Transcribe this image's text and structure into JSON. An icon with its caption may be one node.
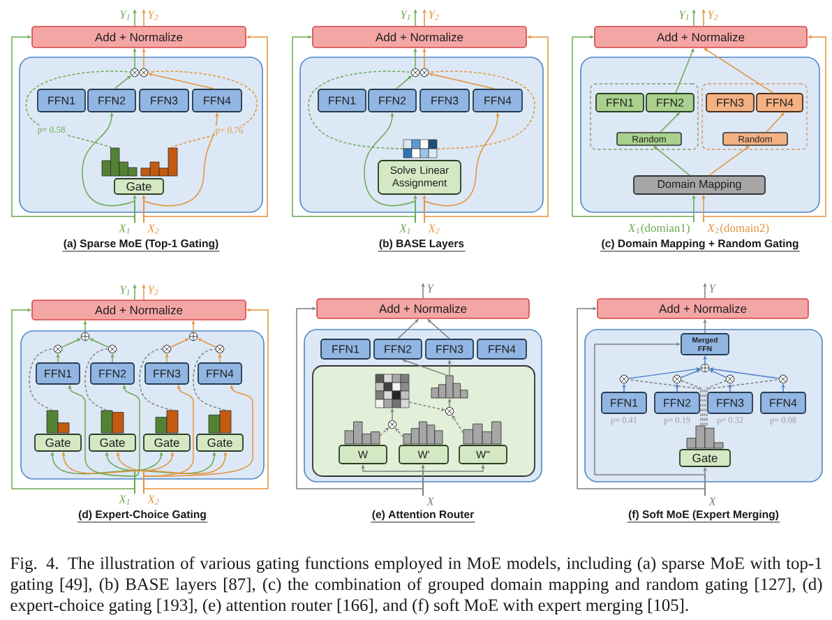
{
  "diagram": {
    "caption": "Fig. 4. The illustration of various gating functions employed in MoE models, including (a) sparse MoE with top-1 gating [49], (b) BASE layers [87], (c) the combination of grouped domain mapping and random gating [127], (d) expert-choice gating [193], (e) attention router [166], and (f) soft MoE with expert merging [105].",
    "nodes": [
      {
        "text": [
          "Add + Normalize"
        ]
      },
      {
        "text": [
          "Y$_{1}$"
        ]
      },
      {
        "text": [
          "Y$_{2}$"
        ]
      },
      {
        "text": [],
        "shape": "box"
      },
      {
        "text": [],
        "shape": "circle",
        "in": 3
      },
      {
        "text": [],
        "shape": "circle",
        "in": 3
      },
      {
        "text": [
          "FFN1"
        ],
        "in": 3
      },
      {
        "text": [
          "FFN2"
        ],
        "in": 3
      },
      {
        "text": [
          "FFN3"
        ],
        "in": 3
      },
      {
        "text": [
          "FFN4"
        ],
        "in": 3
      },
      {
        "text": [],
        "shape": "picture",
        "in": 3
      },
      {
        "text": [],
        "shape": "picture",
        "in": 3
      },
      {
        "text": [
          "Gate"
        ],
        "in": 3
      },
      {
        "text": [
          "X$_{1}$"
        ]
      },
      {
        "text": [
          "X$_{2}$"
        ]
      },
      {
        "text": [
          "Add + Normalize"
        ]
      },
      {
        "text": [
          "Y$_{1}$"
        ]
      },
      {
        "text": [
          "Y$_{2}$"
        ]
      },
      {
        "text": [],
        "shape": "box"
      },
      {
        "text": [],
        "shape": "circle",
        "in": 18
      },
      {
        "text": [],
        "shape": "circle",
        "in": 18
      },
      {
        "text": [
          "FFN1"
        ],
        "in": 18
      },
      {
        "text": [
          "FFN2"
        ],
        "in": 18
      },
      {
        "text": [
          "FFN3"
        ],
        "in": 18
      },
      {
        "text": [
          "FFN4"
        ],
        "in": 18
      },
      {
        "text": [],
        "shape": "picture",
        "in": 18
      },
      {
        "text": [
          "Solve Linear Assignment"
        ],
        "in": 18
      },
      {
        "text": [
          "X$_{1}$"
        ]
      },
      {
        "text": [
          "X$_{2}$"
        ]
      },
      {
        "text": [
          "Add + Normalize"
        ]
      },
      {
        "text": [
          "Y$_{1}$"
        ]
      },
      {
        "text": [
          "Y$_{2}$"
        ]
      },
      {
        "text": [],
        "shape": "box"
      },
      {
        "text": [],
        "shape": "box",
        "in": 32
      },
      {
        "text": [
          "FFN1"
        ],
        "in": 33
      },
      {
        "text": [
          "FFN2"
        ],
        "in": 33
      },
      {
        "text": [
          "Random"
        ],
        "in": 33
      },
      {
        "text": [],
        "shape": "box",
        "in": 32
      },
      {
        "text": [
          "FFN3"
        ],
        "in": 37
      },
      {
        "text": [
          "FFN4"
        ],
        "in": 37
      },
      {
        "text": [
          "Random"
        ],
        "in": 37
      },
      {
        "text": [
          "Domain Mapping"
        ],
        "in": 32
      },
      {
        "text": [
          "*X*$_{1}$(domian1)"
        ]
      },
      {
        "text": [
          "*X*$_{2}$(domain2)"
        ]
      },
      {
        "text": [
          "Add + Normalize"
        ]
      },
      {
        "text": [
          "Y$_{1}$"
        ]
      },
      {
        "text": [
          "Y$_{2}$"
        ]
      },
      {
        "text": [],
        "shape": "box"
      },
      {
        "text": [],
        "shape": "circle",
        "in": 47
      },
      {
        "text": [],
        "shape": "circle",
        "in": 47
      },
      {
        "text": [],
        "shape": "circle",
        "in": 47
      },
      {
        "text": [],
        "shape": "circle",
        "in": 47
      },
      {
        "text": [],
        "shape": "circle",
        "in": 47
      },
      {
        "text": [],
        "shape": "circle",
        "in": 47
      },
      {
        "text": [
          "FFN1"
        ],
        "in": 47
      },
      {
        "text": [
          "FFN2"
        ],
        "in": 47
      },
      {
        "text": [
          "FFN3"
        ],
        "in": 47
      },
      {
        "text": [
          "FFN4"
        ],
        "in": 47
      },
      {
        "text": [],
        "shape": "bar",
        "in": 47
      },
      {
        "text": [],
        "shape": "bar",
        "in": 47
      },
      {
        "text": [],
        "shape": "bar",
        "in": 47
      },
      {
        "text": [],
        "shape": "bar",
        "in": 47
      },
      {
        "text": [
          "Gate"
        ],
        "in": 47
      },
      {
        "text": [
          "Gate"
        ],
        "in": 47
      },
      {
        "text": [
          "Gate"
        ],
        "in": 47
      },
      {
        "text": [
          "Gate"
        ],
        "in": 47
      },
      {
        "text": [
          "X$_{1}$"
        ]
      },
      {
        "text": [
          "X$_{2}$"
        ]
      },
      {
        "text": [
          "Add + Normalize"
        ]
      },
      {
        "text": [
          "Y"
        ]
      },
      {
        "text": [],
        "shape": "box"
      },
      {
        "text": [
          "FFN1"
        ],
        "in": 70
      },
      {
        "text": [
          "FFN2"
        ],
        "in": 70
      },
      {
        "text": [
          "FFN3"
        ],
        "in": 70
      },
      {
        "text": [
          "FFN4"
        ],
        "in": 70
      },
      {
        "text": [],
        "shape": "box",
        "in": 70
      },
      {
        "text": [],
        "shape": "picture",
        "in": 75
      },
      {
        "text": [],
        "shape": "picture",
        "in": 75
      },
      {
        "text": [],
        "shape": "circle",
        "in": 75
      },
      {
        "text": [],
        "shape": "circle",
        "in": 75
      },
      {
        "text": [],
        "shape": "picture",
        "in": 75
      },
      {
        "text": [],
        "shape": "picture",
        "in": 75
      },
      {
        "text": [],
        "shape": "picture",
        "in": 75
      },
      {
        "text": [
          "W"
        ],
        "in": 75
      },
      {
        "text": [
          "W'"
        ],
        "in": 75
      },
      {
        "text": [
          "W''"
        ],
        "in": 75
      },
      {
        "text": [
          "X"
        ]
      },
      {
        "text": [
          "Add + Normalize"
        ]
      },
      {
        "text": [
          "Y"
        ]
      },
      {
        "text": [],
        "shape": "box"
      },
      {
        "text": [
          "Merged FFN"
        ],
        "in": 89
      },
      {
        "text": [],
        "shape": "circle",
        "in": 89
      },
      {
        "text": [],
        "shape": "circle",
        "in": 89
      },
      {
        "text": [],
        "shape": "circle",
        "in": 89
      },
      {
        "text": [],
        "shape": "circle",
        "in": 89
      },
      {
        "text": [],
        "shape": "circle",
        "in": 89
      },
      {
        "text": [
          "FFN1"
        ],
        "in": 89,
        "beside": [
          "p= 0.41"
        ]
      },
      {
        "text": [
          "FFN2"
        ],
        "in": 89,
        "beside": [
          "p= 0.19"
        ]
      },
      {
        "text": [
          "FFN3"
        ],
        "in": 89,
        "beside": [
          "p= 0.32"
        ]
      },
      {
        "text": [
          "FFN4"
        ],
        "in": 89,
        "beside": [
          "p= 0.08"
        ]
      },
      {
        "text": [],
        "shape": "picture",
        "in": 89
      },
      {
        "text": [
          "Gate"
        ],
        "in": 89
      },
      {
        "text": [
          "X"
        ]
      }
    ],
    "edges": [
      {
        "from": 13,
        "to": 12,
        "arrow": "to",
        "color": "#6aa84f"
      },
      {
        "from": 13,
        "to": 7,
        "arrow": "to",
        "color": "#6aa84f"
      },
      {
        "from": 13,
        "to": 0,
        "arrow": "to",
        "color": "#6aa84f"
      },
      {
        "from": 14,
        "to": 12,
        "arrow": "to",
        "color": "#e69138"
      },
      {
        "from": 14,
        "to": 9,
        "arrow": "to",
        "color": "#e69138"
      },
      {
        "from": 14,
        "to": 0,
        "arrow": "to",
        "color": "#e69138"
      },
      {
        "from": 7,
        "to": 4,
        "arrow": "to",
        "color": "#6aa84f"
      },
      {
        "from": 9,
        "to": 5,
        "arrow": "to",
        "color": "#e69138"
      },
      {
        "from": 10,
        "to": 4,
        "arrow": "none",
        "style": "dashed",
        "color": "#6aa84f",
        "label": "p= 0.58"
      },
      {
        "from": 11,
        "to": 5,
        "arrow": "none",
        "style": "dashed",
        "color": "#e69138",
        "label": "p= 0.76"
      },
      {
        "from": 4,
        "to": 0,
        "arrow": "to",
        "color": "#6aa84f"
      },
      {
        "from": 5,
        "to": 0,
        "arrow": "to",
        "color": "#e69138"
      },
      {
        "from": 0,
        "to": 1,
        "arrow": "to",
        "color": "#6aa84f"
      },
      {
        "from": 0,
        "to": 2,
        "arrow": "to",
        "color": "#e69138"
      },
      {
        "from": 27,
        "to": 26,
        "arrow": "to",
        "color": "#6aa84f"
      },
      {
        "from": 27,
        "to": 22,
        "arrow": "to",
        "color": "#6aa84f"
      },
      {
        "from": 27,
        "to": 15,
        "arrow": "to",
        "color": "#6aa84f"
      },
      {
        "from": 28,
        "to": 26,
        "arrow": "to",
        "color": "#e69138"
      },
      {
        "from": 28,
        "to": 24,
        "arrow": "to",
        "color": "#e69138"
      },
      {
        "from": 28,
        "to": 15,
        "arrow": "to",
        "color": "#e69138"
      },
      {
        "from": 22,
        "to": 19,
        "arrow": "to",
        "color": "#6aa84f"
      },
      {
        "from": 24,
        "to": 20,
        "arrow": "to",
        "color": "#e69138"
      },
      {
        "from": 25,
        "to": 19,
        "arrow": "none",
        "style": "dashed",
        "color": "#6aa84f"
      },
      {
        "from": 25,
        "to": 20,
        "arrow": "none",
        "style": "dashed",
        "color": "#e69138"
      },
      {
        "from": 19,
        "to": 15,
        "arrow": "to",
        "color": "#6aa84f"
      },
      {
        "from": 20,
        "to": 15,
        "arrow": "to",
        "color": "#e69138"
      },
      {
        "from": 15,
        "to": 16,
        "arrow": "to",
        "color": "#6aa84f"
      },
      {
        "from": 15,
        "to": 17,
        "arrow": "to",
        "color": "#e69138"
      },
      {
        "from": 42,
        "to": 41,
        "arrow": "to",
        "color": "#6aa84f"
      },
      {
        "from": 42,
        "to": 29,
        "arrow": "to",
        "color": "#6aa84f"
      },
      {
        "from": 43,
        "to": 41,
        "arrow": "to",
        "color": "#e69138"
      },
      {
        "from": 43,
        "to": 29,
        "arrow": "to",
        "color": "#e69138"
      },
      {
        "from": 41,
        "to": 36,
        "arrow": "to",
        "color": "#6aa84f"
      },
      {
        "from": 41,
        "to": 40,
        "arrow": "to",
        "color": "#e69138"
      },
      {
        "from": 36,
        "to": 35,
        "arrow": "to",
        "color": "#6aa84f"
      },
      {
        "from": 40,
        "to": 39,
        "arrow": "to",
        "color": "#e69138"
      },
      {
        "from": 35,
        "to": 29,
        "arrow": "to",
        "color": "#6aa84f"
      },
      {
        "from": 39,
        "to": 29,
        "arrow": "to",
        "color": "#e69138"
      },
      {
        "from": 29,
        "to": 30,
        "arrow": "to",
        "color": "#6aa84f"
      },
      {
        "from": 29,
        "to": 31,
        "arrow": "to",
        "color": "#e69138"
      },
      {
        "from": 66,
        "to": 62,
        "arrow": "to",
        "color": "#6aa84f"
      },
      {
        "from": 66,
        "to": 63,
        "arrow": "to",
        "color": "#6aa84f"
      },
      {
        "from": 66,
        "to": 64,
        "arrow": "to",
        "color": "#6aa84f"
      },
      {
        "from": 66,
        "to": 65,
        "arrow": "to",
        "color": "#6aa84f"
      },
      {
        "from": 67,
        "to": 62,
        "arrow": "to",
        "color": "#e69138"
      },
      {
        "from": 67,
        "to": 63,
        "arrow": "to",
        "color": "#e69138"
      },
      {
        "from": 67,
        "to": 64,
        "arrow": "to",
        "color": "#e69138"
      },
      {
        "from": 67,
        "to": 65,
        "arrow": "to",
        "color": "#e69138"
      },
      {
        "from": 66,
        "to": 54,
        "arrow": "to",
        "color": "#6aa84f"
      },
      {
        "from": 66,
        "to": 55,
        "arrow": "to",
        "color": "#6aa84f"
      },
      {
        "from": 67,
        "to": 56,
        "arrow": "to",
        "color": "#e69138"
      },
      {
        "from": 67,
        "to": 57,
        "arrow": "to",
        "color": "#e69138"
      },
      {
        "from": 66,
        "to": 44,
        "arrow": "to",
        "color": "#6aa84f"
      },
      {
        "from": 67,
        "to": 44,
        "arrow": "to",
        "color": "#e69138"
      },
      {
        "from": 54,
        "to": 50,
        "arrow": "to",
        "color": "#6aa84f"
      },
      {
        "from": 55,
        "to": 51,
        "arrow": "to",
        "color": "#6aa84f"
      },
      {
        "from": 56,
        "to": 52,
        "arrow": "to",
        "color": "#e69138"
      },
      {
        "from": 57,
        "to": 53,
        "arrow": "to",
        "color": "#e69138"
      },
      {
        "from": 58,
        "to": 50,
        "arrow": "none",
        "style": "dashed",
        "color": "#7f7f7f"
      },
      {
        "from": 59,
        "to": 51,
        "arrow": "none",
        "style": "dashed",
        "color": "#7f7f7f"
      },
      {
        "from": 60,
        "to": 52,
        "arrow": "none",
        "style": "dashed",
        "color": "#7f7f7f"
      },
      {
        "from": 61,
        "to": 53,
        "arrow": "none",
        "style": "dashed",
        "color": "#7f7f7f"
      },
      {
        "from": 50,
        "to": 48,
        "arrow": "to",
        "color": "#6aa84f"
      },
      {
        "from": 51,
        "to": 48,
        "arrow": "to",
        "color": "#6aa84f"
      },
      {
        "from": 52,
        "to": 49,
        "arrow": "to",
        "color": "#e69138"
      },
      {
        "from": 53,
        "to": 49,
        "arrow": "to",
        "color": "#e69138"
      },
      {
        "from": 48,
        "to": 44,
        "arrow": "to",
        "color": "#6aa84f"
      },
      {
        "from": 49,
        "to": 44,
        "arrow": "to",
        "color": "#e69138"
      },
      {
        "from": 44,
        "to": 45,
        "arrow": "to",
        "color": "#6aa84f"
      },
      {
        "from": 44,
        "to": 46,
        "arrow": "to",
        "color": "#e69138"
      },
      {
        "from": 86,
        "to": 83,
        "arrow": "to",
        "color": "#7f7f7f"
      },
      {
        "from": 86,
        "to": 84,
        "arrow": "to",
        "color": "#7f7f7f"
      },
      {
        "from": 86,
        "to": 85,
        "arrow": "to",
        "color": "#7f7f7f"
      },
      {
        "from": 86,
        "to": 68,
        "arrow": "to",
        "color": "#7f7f7f"
      },
      {
        "from": 72,
        "to": 68,
        "arrow": "to",
        "color": "#7f7f7f"
      },
      {
        "from": 73,
        "to": 68,
        "arrow": "to",
        "color": "#7f7f7f"
      },
      {
        "from": 77,
        "to": 72,
        "arrow": "to",
        "color": "#7f7f7f"
      },
      {
        "from": 77,
        "to": 73,
        "arrow": "to",
        "color": "#7f7f7f"
      },
      {
        "from": 80,
        "to": 79,
        "arrow": "to",
        "style": "dashed",
        "color": "#7f7f7f"
      },
      {
        "from": 81,
        "to": 79,
        "arrow": "to",
        "style": "dashed",
        "color": "#7f7f7f"
      },
      {
        "from": 79,
        "to": 76,
        "arrow": "to",
        "color": "#7f7f7f"
      },
      {
        "from": 76,
        "to": 78,
        "arrow": "to",
        "style": "dashed",
        "color": "#7f7f7f"
      },
      {
        "from": 82,
        "to": 78,
        "arrow": "to",
        "style": "dashed",
        "color": "#7f7f7f"
      },
      {
        "from": 78,
        "to": 77,
        "arrow": "to",
        "color": "#7f7f7f"
      },
      {
        "from": 68,
        "to": 69,
        "arrow": "to",
        "color": "#7f7f7f"
      },
      {
        "from": 102,
        "to": 101,
        "arrow": "to",
        "color": "#7f7f7f"
      },
      {
        "from": 102,
        "to": 87,
        "arrow": "to",
        "color": "#7f7f7f"
      },
      {
        "from": 102,
        "to": 90,
        "arrow": "to",
        "color": "#7f7f7f"
      },
      {
        "from": 90,
        "to": 87,
        "arrow": "to",
        "color": "#7f7f7f"
      },
      {
        "from": 87,
        "to": 88,
        "arrow": "to",
        "color": "#7f7f7f"
      },
      {
        "from": 96,
        "to": 92,
        "arrow": "to",
        "color": "#4a7cc9"
      },
      {
        "from": 97,
        "to": 93,
        "arrow": "to",
        "color": "#4a7cc9"
      },
      {
        "from": 98,
        "to": 94,
        "arrow": "to",
        "color": "#4a7cc9"
      },
      {
        "from": 99,
        "to": 95,
        "arrow": "to",
        "color": "#4a7cc9"
      },
      {
        "from": 92,
        "to": 91,
        "arrow": "to",
        "color": "#4a7cc9"
      },
      {
        "from": 93,
        "to": 91,
        "arrow": "to",
        "color": "#4a7cc9"
      },
      {
        "from": 94,
        "to": 91,
        "arrow": "to",
        "color": "#4a7cc9"
      },
      {
        "from": 95,
        "to": 91,
        "arrow": "to",
        "color": "#4a7cc9"
      },
      {
        "from": 91,
        "to": 90,
        "arrow": "to",
        "color": "#4a7cc9"
      },
      {
        "from": 100,
        "to": 92,
        "arrow": "none",
        "style": "dashed",
        "color": "#7f7f7f"
      },
      {
        "from": 100,
        "to": 93,
        "arrow": "none",
        "style": "dashed",
        "color": "#7f7f7f"
      },
      {
        "from": 100,
        "to": 94,
        "arrow": "none",
        "style": "dashed",
        "color": "#7f7f7f"
      },
      {
        "from": 100,
        "to": 95,
        "arrow": "none",
        "style": "dashed",
        "color": "#7f7f7f"
      }
    ],
    "labels": [
      "(a) Sparse MoE (Top-1 Gating)",
      "(b) BASE Layers",
      "(c) Domain Mapping + Random Gating",
      "(d) Expert-Choice Gating",
      "(e) Attention Router",
      "(f) Soft MoE (Expert Merging)"
    ]
  }
}
